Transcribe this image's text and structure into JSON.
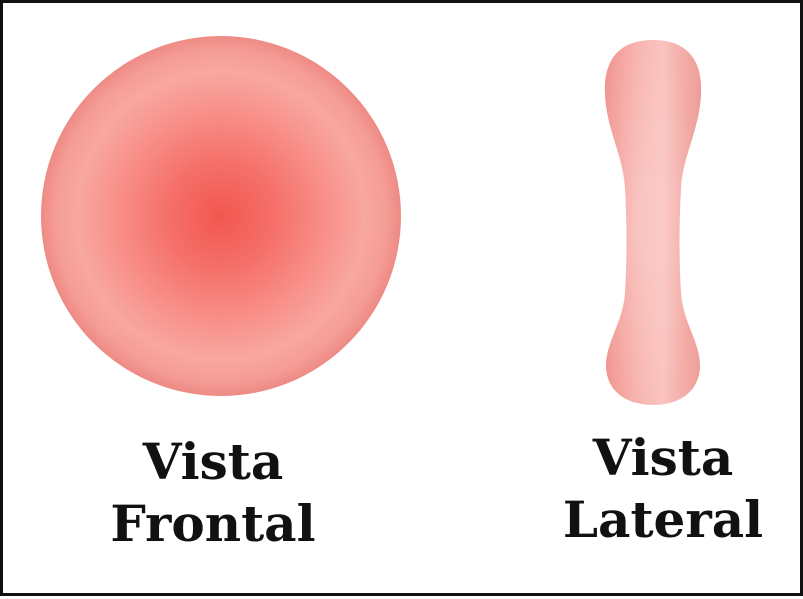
{
  "figure": {
    "frontal": {
      "line1": "Vista",
      "line2": "Frontal"
    },
    "lateral": {
      "line1": "Vista",
      "line2": "Lateral"
    }
  },
  "colors": {
    "frame": "#111111",
    "cell_core": "#f2574f",
    "cell_mid": "#f98e86",
    "cell_rim": "#f7a5a0",
    "cell_edge": "#ee8a84",
    "text": "#111111"
  }
}
